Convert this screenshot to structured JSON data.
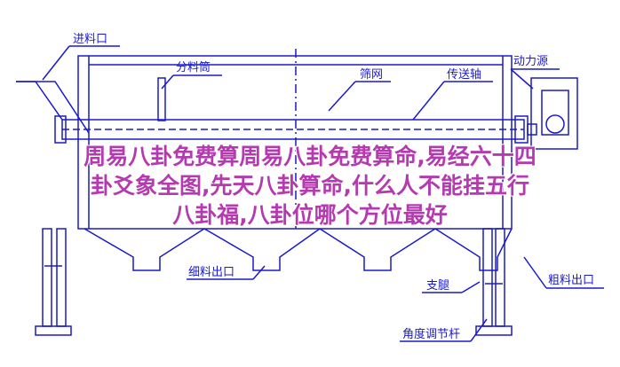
{
  "labels": {
    "feed_inlet": "进料口",
    "distributor": "分料筒",
    "screen": "筛网",
    "conveyor_shaft": "传送轴",
    "power_source": "动力源",
    "fine_outlet": "细料出口",
    "support_leg": "支腿",
    "coarse_outlet": "粗料出口",
    "angle_lever": "角度调节杆"
  },
  "overlay": {
    "line1": "周易八卦免费算周易八卦免费算命,易经六十四",
    "line2": "卦爻象全图,先天八卦算命,什么人不能挂五行",
    "line3": "八卦福,八卦位哪个方位最好"
  },
  "colors": {
    "line": "#1a1acc",
    "overlay_text": "#b53ab0"
  }
}
